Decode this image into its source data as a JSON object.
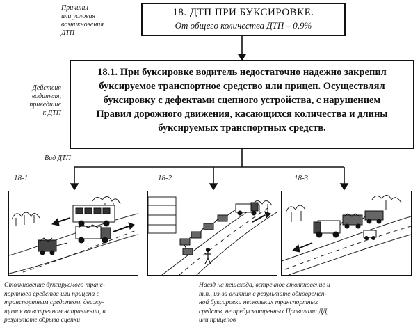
{
  "left_labels": {
    "causes": [
      "Причины",
      "или условия",
      "возникновения",
      "ДТП"
    ],
    "actions": [
      "Действия",
      "водителя,",
      "приведшие",
      "к ДТП"
    ],
    "type": "Вид ДТП"
  },
  "title_box": {
    "line1": "18.  ДТП ПРИ БУКСИРОВКЕ.",
    "line2": "От общего количества ДТП – 0,9%"
  },
  "main_box": {
    "lines": [
      "18.1. При буксировке водитель недостаточно надежно закрепил",
      "буксируемое транспортное средство или прицеп. Осуществлял",
      "буксировку с дефектами сцепного устройства, с нарушением",
      "Правил дорожного движения, касающихся количества и длины",
      "буксируемых транспортных средств."
    ]
  },
  "panels": [
    {
      "number": "18-1"
    },
    {
      "number": "18-2"
    },
    {
      "number": "18-3"
    }
  ],
  "captions": {
    "left": [
      "Столкновение буксируемого транс-",
      "портного средства или прицепа с",
      "транспортным средством, движу-",
      "щимся во встречном направлении, в",
      "результате обрыва сцепки"
    ],
    "right": [
      "Наезд на пешехода, встречное столкновение и",
      "т.п., из-за влияния в результате одновремен-",
      "ной буксировки нескольких транспортных",
      "средств, не предусмотренных Правилами ДД,",
      "или прицепов"
    ]
  }
}
